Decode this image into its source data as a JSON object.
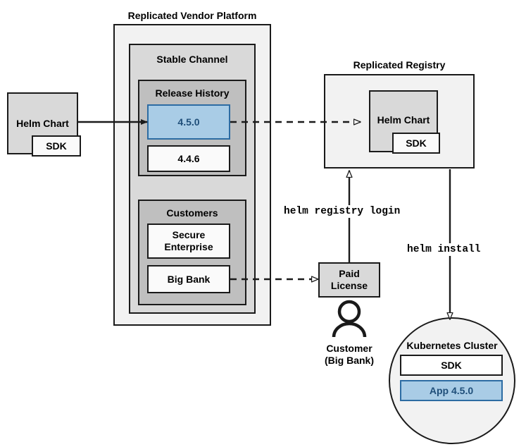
{
  "diagram": {
    "title_platform": "Replicated Vendor Platform",
    "title_registry": "Replicated Registry"
  },
  "platform": {
    "label": "Replicated Vendor Platform",
    "channel": {
      "label": "Stable Channel",
      "release_history": {
        "label": "Release History",
        "releases": [
          {
            "version": "4.5.0",
            "state": "highlighted"
          },
          {
            "version": "4.4.6",
            "state": "normal"
          }
        ]
      },
      "customers": {
        "label": "Customers",
        "items": [
          {
            "name": "Secure\nEnterprise"
          },
          {
            "name": "Big Bank"
          }
        ]
      }
    }
  },
  "source_chart": {
    "label": "Helm Chart",
    "sdk_label": "SDK"
  },
  "registry": {
    "label": "Replicated Registry",
    "chart": {
      "label": "Helm Chart",
      "sdk_label": "SDK"
    }
  },
  "license": {
    "label": "Paid\nLicense"
  },
  "customer_actor": {
    "icon": "person-icon",
    "caption": "Customer\n(Big Bank)"
  },
  "cluster": {
    "label": "Kubernetes Cluster",
    "components": [
      {
        "name": "SDK",
        "state": "normal"
      },
      {
        "name": "App 4.5.0",
        "state": "highlighted"
      }
    ]
  },
  "commands": [
    {
      "id": "registry-login",
      "text": "helm registry login"
    },
    {
      "id": "install",
      "text": "helm install"
    }
  ],
  "colors": {
    "highlight_fill": "#a9cce6",
    "highlight_border": "#2d6ca3",
    "highlight_text": "#1f4e79",
    "stroke": "#1a1a1a",
    "platform_fill": "#f2f2f2",
    "channel_fill": "#d9d9d9",
    "group_fill": "#bfbfbf",
    "box_fill": "#f2f2f2"
  }
}
